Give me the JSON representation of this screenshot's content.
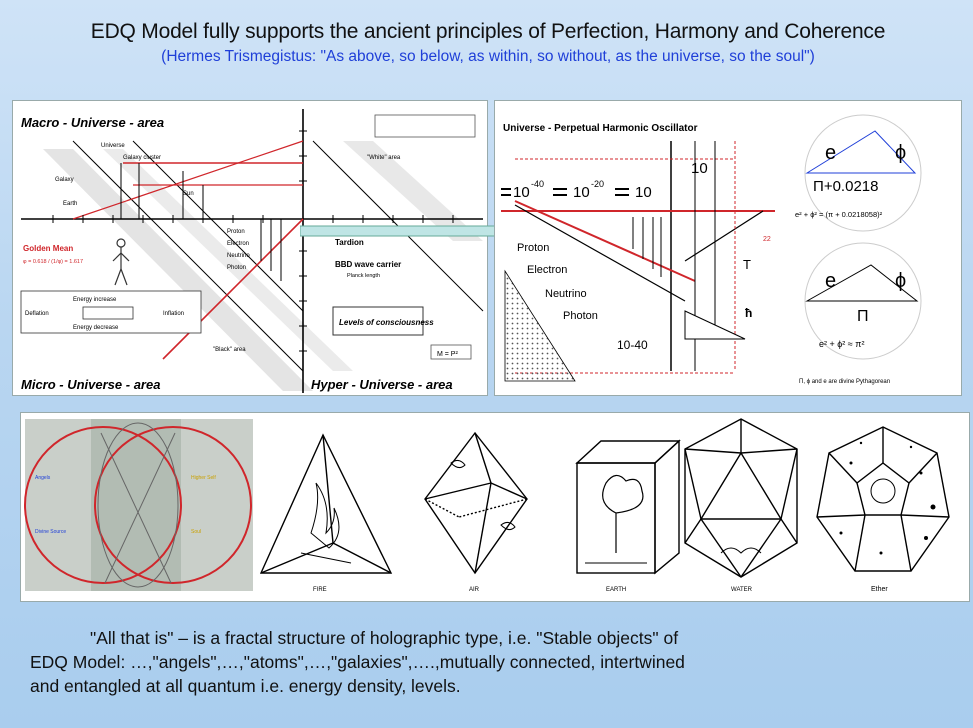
{
  "header": {
    "title": "EDQ Model fully supports the ancient principles of Perfection, Harmony and Coherence",
    "subtitle": "(Hermes Trismegistus: \"As above, so below, as within, so without, as the universe, so the soul\")"
  },
  "macro_panel": {
    "macro_label": "Macro - Universe - area",
    "micro_label": "Micro - Universe - area",
    "hyper_label": "Hyper - Universe - area",
    "universe": "Universe",
    "galaxy_cluster": "Galaxy cluster",
    "galaxy": "Galaxy",
    "sun": "Sun",
    "earth": "Earth",
    "golden_mean": "Golden Mean",
    "golden_vals": "φ = 0.618 / (1/φ) = 1.617",
    "energy_increase": "Energy increase",
    "energy_decrease": "Energy decrease",
    "deflation": "Deflation",
    "inflation": "Inflation",
    "white_area": "\"White\" area",
    "black_area": "\"Black\" area",
    "proton": "Proton",
    "electron": "Electron",
    "neutrino": "Neutrino",
    "photon": "Photon",
    "tachyon": "Tardion",
    "bbd": "BBD wave carrier",
    "planck": "Planck length",
    "levels": "Levels of consciousness",
    "formula": "M = P²"
  },
  "osc_panel": {
    "title": "Universe - Perpetual Harmonic Oscillator",
    "powers": [
      "10",
      "-40",
      "10",
      "-20",
      "10",
      "10"
    ],
    "particles": [
      "Proton",
      "Electron",
      "Neutrino",
      "Photon"
    ],
    "lower_power": "10-40",
    "pi_formula": "Π+0.0218",
    "eq_top": "e² + ϕ² = (π + 0.0218058)²",
    "eq_bottom": "e² + ϕ² ≈ π²",
    "symbols": [
      "e",
      "ϕ",
      "Π",
      "e",
      "ϕ",
      "Π"
    ],
    "legend": "Π, ϕ and e are divine Pythagorean",
    "t_label": "T",
    "h_label": "ħ",
    "dim_label": "22"
  },
  "solids_panel": {
    "labels": [
      "FIRE",
      "AIR",
      "EARTH",
      "WATER",
      "Ether"
    ],
    "venn": [
      "Angels",
      "Higher Self",
      "Divine Source",
      "Soul"
    ]
  },
  "footer": {
    "line1": "\"All that is\"  –  is a fractal structure of holographic type,  i.e. \"Stable objects\" of",
    "line2": "EDQ Model: …,\"angels\",…,\"atoms\",…,\"galaxies\",….,mutually connected, intertwined",
    "line3": "and entangled  at all quantum i.e. energy density, levels."
  },
  "colors": {
    "accent_red": "#d0262b",
    "accent_blue": "#1f3fd8",
    "background": "#b9d6f1"
  }
}
